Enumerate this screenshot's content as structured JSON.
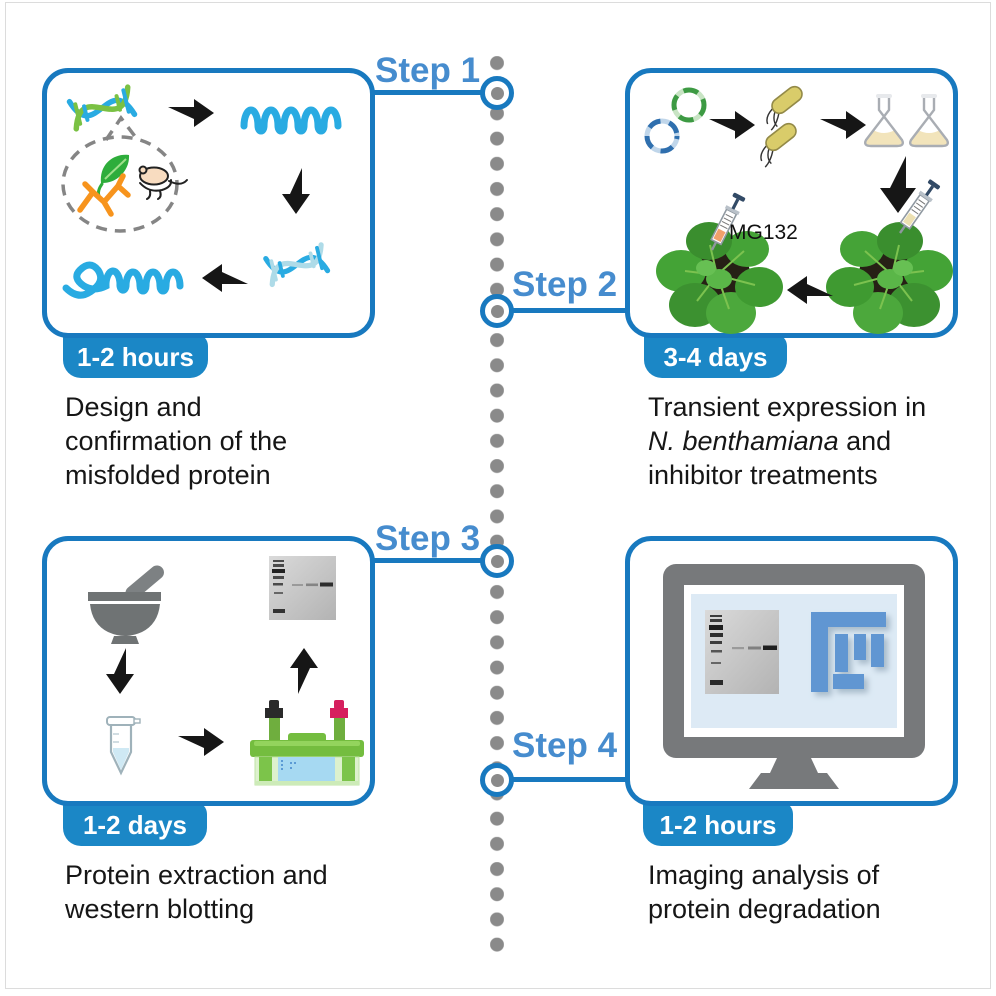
{
  "figure": {
    "type": "protocol-workflow-timeline",
    "accent_blue": "#1879bf",
    "badge_blue": "#1b87c6",
    "step_label_blue": "#468cce",
    "timeline_dot_gray": "#8a8a8a"
  },
  "steps": [
    {
      "label": "Step 1",
      "duration": "1-2 hours",
      "lines": [
        "Design and",
        "confirmation of the",
        "misfolded protein"
      ],
      "icon_names": [
        "dna-construct-icon",
        "arrow-right-icon",
        "unfolded-protein-icon",
        "organism-bubble-icon",
        "leaf-icon",
        "orange-peptide-icon",
        "mouse-doodle-icon",
        "arrow-down-icon",
        "dna-helix-icon",
        "arrow-left-icon",
        "misfolded-protein-icon"
      ]
    },
    {
      "label": "Step 2",
      "duration": "3-4 days",
      "line1": "Transient expression in",
      "species": "N. benthamiana",
      "line2_suffix": " and",
      "line3": "inhibitor treatments",
      "mg132_label": "MG132",
      "icon_names": [
        "plasmid-green-icon",
        "plasmid-blue-icon",
        "arrow-right-icon",
        "bacteria-icon",
        "flasks-icon",
        "arrow-down-icon",
        "plant-syringe-icon",
        "arrow-left-icon",
        "plant-syringe-mg132-icon"
      ]
    },
    {
      "label": "Step 3",
      "duration": "1-2 days",
      "lines": [
        "Protein extraction and",
        "western blotting"
      ],
      "icon_names": [
        "mortar-pestle-icon",
        "arrow-down-icon",
        "microtube-icon",
        "arrow-right-icon",
        "gel-electrophoresis-icon",
        "arrow-up-icon",
        "western-blot-icon"
      ]
    },
    {
      "label": "Step 4",
      "duration": "1-2 hours",
      "lines": [
        "Imaging analysis of",
        "protein degradation"
      ],
      "icon_names": [
        "computer-monitor-icon",
        "western-blot-icon",
        "fiji-logo-icon"
      ]
    }
  ]
}
